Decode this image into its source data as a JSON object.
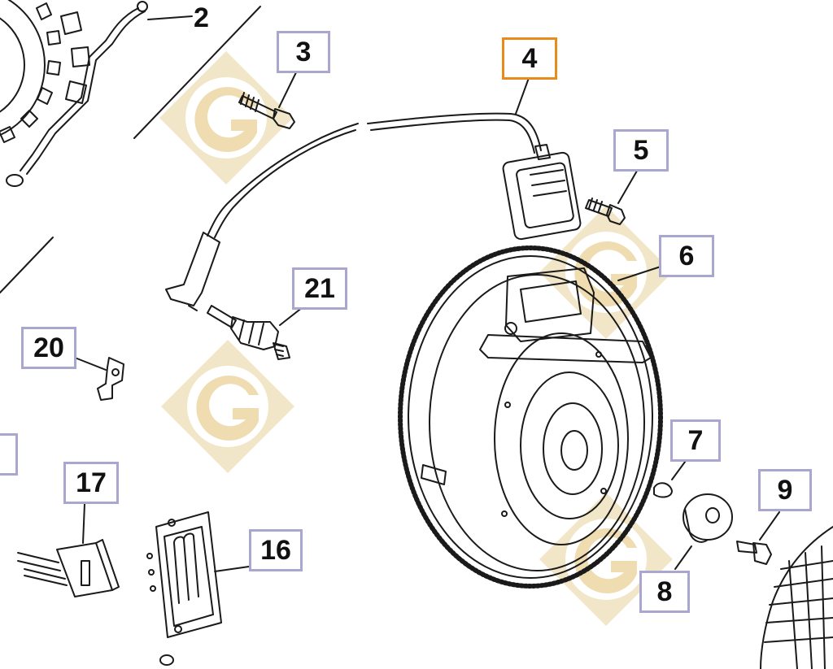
{
  "callouts": [
    {
      "id": "2",
      "label": "2"
    },
    {
      "id": "3",
      "label": "3"
    },
    {
      "id": "4",
      "label": "4"
    },
    {
      "id": "5",
      "label": "5"
    },
    {
      "id": "6",
      "label": "6"
    },
    {
      "id": "7",
      "label": "7"
    },
    {
      "id": "8",
      "label": "8"
    },
    {
      "id": "9",
      "label": "9"
    },
    {
      "id": "16",
      "label": "16"
    },
    {
      "id": "17",
      "label": "17"
    },
    {
      "id": "20",
      "label": "20"
    },
    {
      "id": "21",
      "label": "21"
    }
  ],
  "selected_callout": "4",
  "colors": {
    "callout_border": "#a9a6cf",
    "selected_border": "#e88a1c",
    "watermark": "#f1e4c4",
    "line_art": "#1a1a1a"
  },
  "watermark_icon": "g-logo-watermark"
}
